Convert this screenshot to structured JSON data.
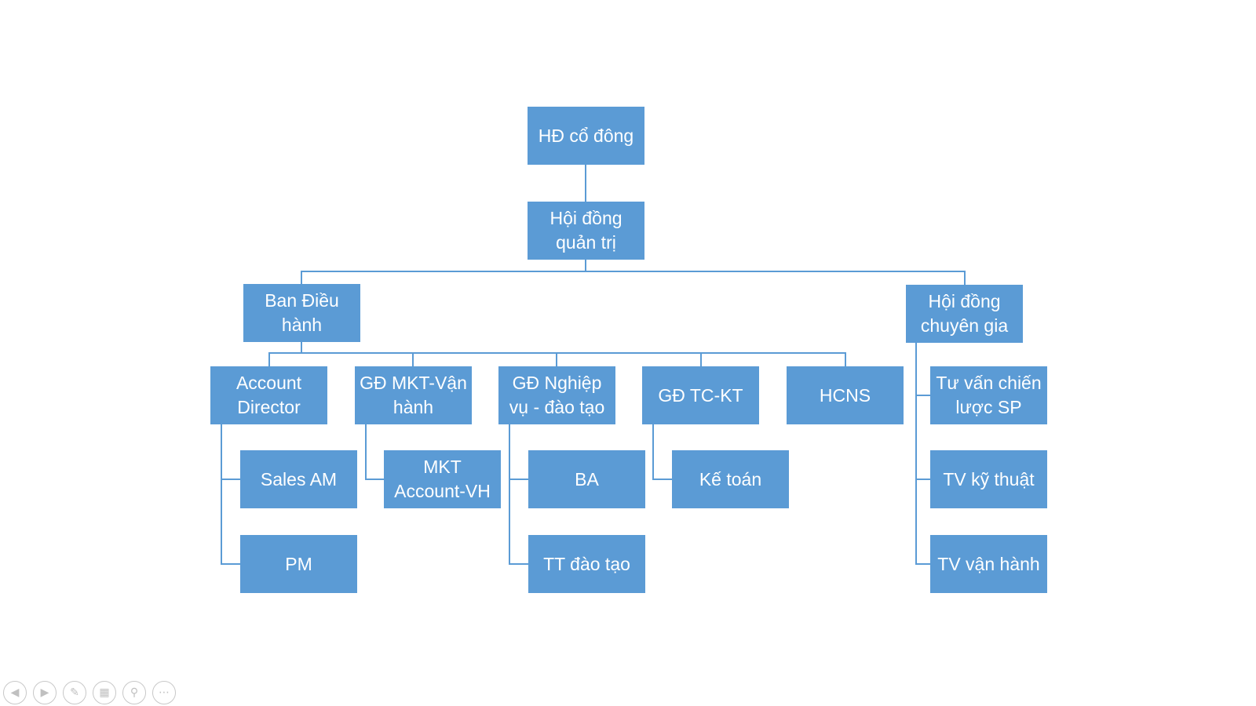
{
  "org_chart": {
    "nodes": [
      {
        "id": "hd-co-dong",
        "label": "HĐ cổ đông"
      },
      {
        "id": "hoi-dong-quan-tri",
        "label": "Hội đồng\nquản trị"
      },
      {
        "id": "ban-dieu-hanh",
        "label": "Ban Điều\nhành"
      },
      {
        "id": "hoi-dong-chuyen-gia",
        "label": "Hội đồng\nchuyên gia"
      },
      {
        "id": "account-director",
        "label": "Account\nDirector"
      },
      {
        "id": "gd-mkt-van-hanh",
        "label": "GĐ MKT-Vận\nhành"
      },
      {
        "id": "gd-nghiep-vu-dao-tao",
        "label": "GĐ Nghiệp\nvụ - đào tạo"
      },
      {
        "id": "gd-tc-kt",
        "label": "GĐ TC-KT"
      },
      {
        "id": "hcns",
        "label": "HCNS"
      },
      {
        "id": "sales-am",
        "label": "Sales AM"
      },
      {
        "id": "pm",
        "label": "PM"
      },
      {
        "id": "mkt-account-vh",
        "label": "MKT\nAccount-VH"
      },
      {
        "id": "ba",
        "label": "BA"
      },
      {
        "id": "tt-dao-tao",
        "label": "TT đào tạo"
      },
      {
        "id": "ke-toan",
        "label": "Kế toán"
      },
      {
        "id": "tu-van-chien-luoc-sp",
        "label": "Tư vấn chiến\nlược SP"
      },
      {
        "id": "tv-ky-thuat",
        "label": "TV kỹ thuật"
      },
      {
        "id": "tv-van-hanh",
        "label": "TV vận hành"
      }
    ],
    "edges": [
      [
        "hd-co-dong",
        "hoi-dong-quan-tri"
      ],
      [
        "hoi-dong-quan-tri",
        "ban-dieu-hanh"
      ],
      [
        "hoi-dong-quan-tri",
        "hoi-dong-chuyen-gia"
      ],
      [
        "ban-dieu-hanh",
        "account-director"
      ],
      [
        "ban-dieu-hanh",
        "gd-mkt-van-hanh"
      ],
      [
        "ban-dieu-hanh",
        "gd-nghiep-vu-dao-tao"
      ],
      [
        "ban-dieu-hanh",
        "gd-tc-kt"
      ],
      [
        "ban-dieu-hanh",
        "hcns"
      ],
      [
        "account-director",
        "sales-am"
      ],
      [
        "account-director",
        "pm"
      ],
      [
        "gd-mkt-van-hanh",
        "mkt-account-vh"
      ],
      [
        "gd-nghiep-vu-dao-tao",
        "ba"
      ],
      [
        "gd-nghiep-vu-dao-tao",
        "tt-dao-tao"
      ],
      [
        "gd-tc-kt",
        "ke-toan"
      ],
      [
        "hoi-dong-chuyen-gia",
        "tu-van-chien-luoc-sp"
      ],
      [
        "hoi-dong-chuyen-gia",
        "tv-ky-thuat"
      ],
      [
        "hoi-dong-chuyen-gia",
        "tv-van-hanh"
      ]
    ]
  },
  "colors": {
    "node_fill": "#5b9bd5",
    "node_text": "#ffffff",
    "connector": "#5b9bd5"
  },
  "slide_nav": [
    {
      "icon": "previous-icon"
    },
    {
      "icon": "next-icon"
    },
    {
      "icon": "pen-icon"
    },
    {
      "icon": "slides-icon"
    },
    {
      "icon": "zoom-icon"
    },
    {
      "icon": "more-icon"
    }
  ]
}
